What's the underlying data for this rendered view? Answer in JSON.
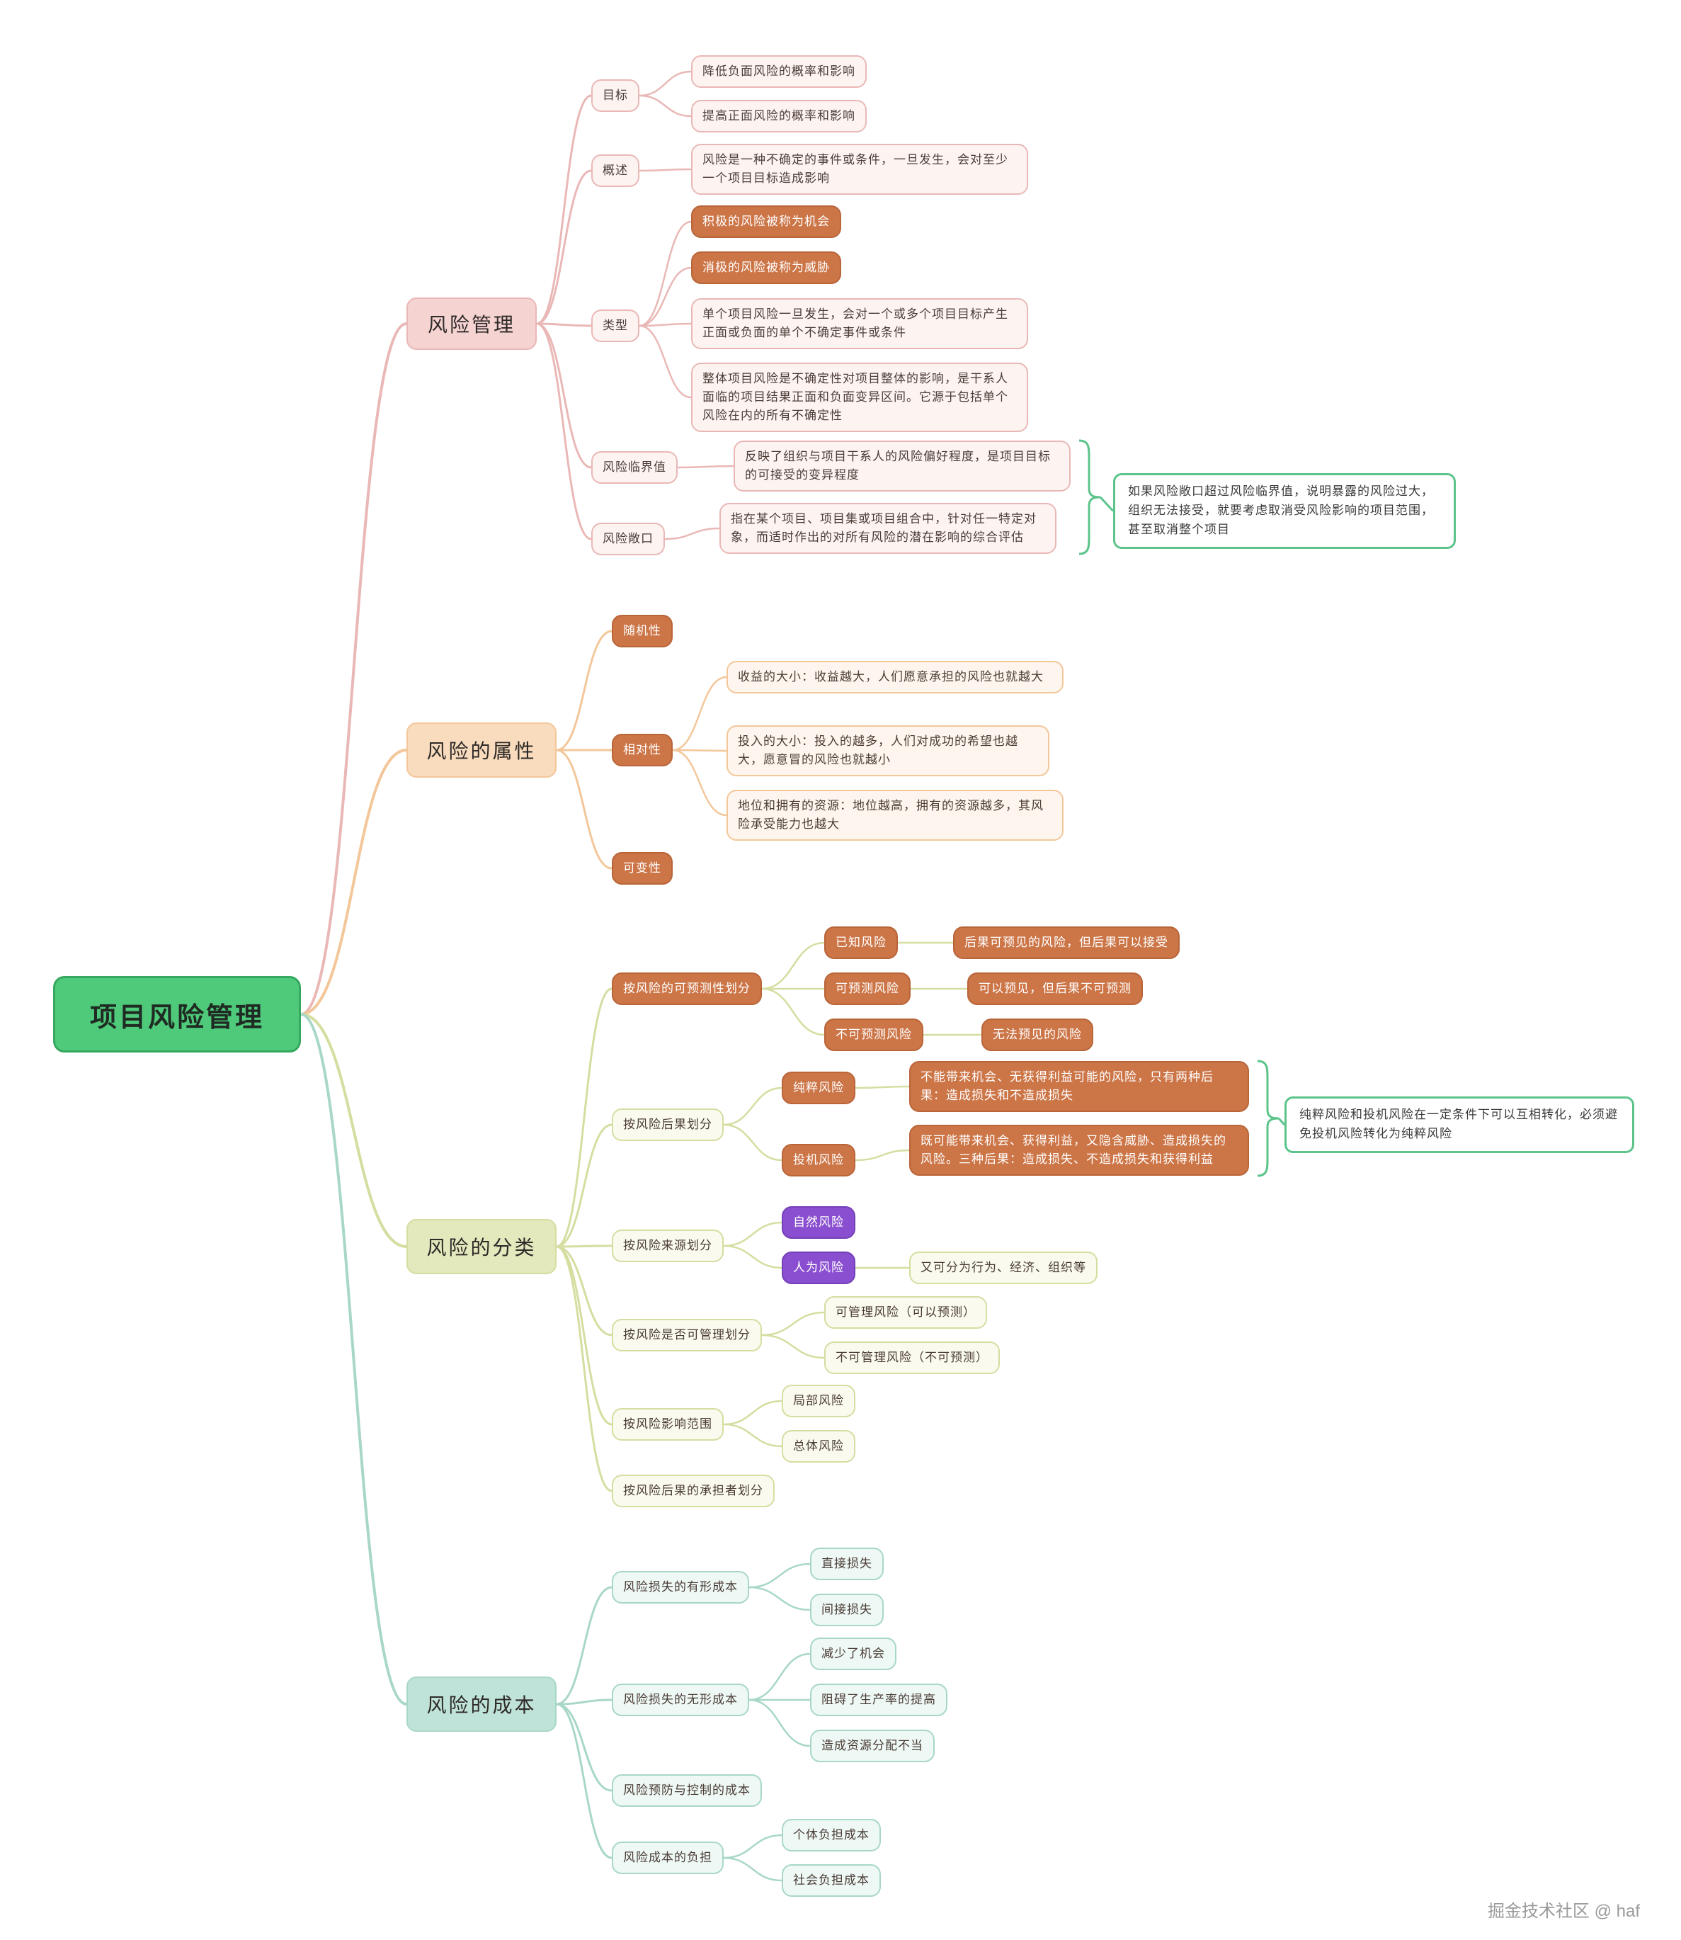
{
  "root": "项目风险管理",
  "colors": {
    "root": "#4fc97a",
    "b1": "#e9b8b6",
    "b1_fill": "#f5d3d1",
    "b2": "#f3c79a",
    "b2_fill": "#f9dcbd",
    "b3": "#d6dda0",
    "b3_fill": "#e4e8bd",
    "b4": "#a8d7c8",
    "b4_fill": "#bfe3d8",
    "orange": "#cc7547",
    "purple": "#8a4fd0",
    "note": "#5cc48a"
  },
  "branches": {
    "b1": {
      "label": "风险管理",
      "goal": {
        "label": "目标",
        "items": [
          "降低负面风险的概率和影响",
          "提高正面风险的概率和影响"
        ]
      },
      "overview": {
        "label": "概述",
        "text": "风险是一种不确定的事件或条件，一旦发生，会对至少一个项目目标造成影响"
      },
      "types": {
        "label": "类型",
        "items": [
          "积极的风险被称为机会",
          "消极的风险被称为威胁",
          "单个项目风险一旦发生，会对一个或多个项目目标产生正面或负面的单个不确定事件或条件",
          "整体项目风险是不确定性对项目整体的影响，是干系人面临的项目结果正面和负面变异区间。它源于包括单个风险在内的所有不确定性"
        ]
      },
      "threshold": {
        "label": "风险临界值",
        "text": "反映了组织与项目干系人的风险偏好程度，是项目目标的可接受的变异程度"
      },
      "exposure": {
        "label": "风险敞口",
        "text": "指在某个项目、项目集或项目组合中，针对任一特定对象，而适时作出的对所有风险的潜在影响的综合评估"
      },
      "note": "如果风险敞口超过风险临界值，说明暴露的风险过大， 组织无法接受，就要考虑取消受风险影响的项目范围，甚至取消整个项目"
    },
    "b2": {
      "label": "风险的属性",
      "randomness": "随机性",
      "relativity": {
        "label": "相对性",
        "items": [
          "收益的大小：收益越大，人们愿意承担的风险也就越大",
          "投入的大小：投入的越多，人们对成功的希望也越大，愿意冒的风险也就越小",
          "地位和拥有的资源：地位越高，拥有的资源越多，其风险承受能力也越大"
        ]
      },
      "variability": "可变性"
    },
    "b3": {
      "label": "风险的分类",
      "predict": {
        "label": "按风险的可预测性划分",
        "items": [
          {
            "label": "已知风险",
            "desc": "后果可预见的风险，但后果可以接受"
          },
          {
            "label": "可预测风险",
            "desc": "可以预见，但后果不可预测"
          },
          {
            "label": "不可预测风险",
            "desc": "无法预见的风险"
          }
        ]
      },
      "consequence": {
        "label": "按风险后果划分",
        "items": [
          {
            "label": "纯粹风险",
            "desc": "不能带来机会、无获得利益可能的风险，只有两种后果：造成损失和不造成损失"
          },
          {
            "label": "投机风险",
            "desc": "既可能带来机会、获得利益，又隐含威胁、造成损失的风险。三种后果：造成损失、不造成损失和获得利益"
          }
        ],
        "note": "纯粹风险和投机风险在一定条件下可以互相转化，必须避免投机风险转化为纯粹风险"
      },
      "source": {
        "label": "按风险来源划分",
        "items": [
          {
            "label": "自然风险"
          },
          {
            "label": "人为风险",
            "desc": "又可分为行为、经济、组织等"
          }
        ]
      },
      "manage": {
        "label": "按风险是否可管理划分",
        "items": [
          "可管理风险（可以预测）",
          "不可管理风险（不可预测）"
        ]
      },
      "scope": {
        "label": "按风险影响范围",
        "items": [
          "局部风险",
          "总体风险"
        ]
      },
      "bearer": {
        "label": "按风险后果的承担者划分"
      }
    },
    "b4": {
      "label": "风险的成本",
      "tangible": {
        "label": "风险损失的有形成本",
        "items": [
          "直接损失",
          "间接损失"
        ]
      },
      "intangible": {
        "label": "风险损失的无形成本",
        "items": [
          "减少了机会",
          "阻碍了生产率的提高",
          "造成资源分配不当"
        ]
      },
      "prevention": {
        "label": "风险预防与控制的成本"
      },
      "burden": {
        "label": "风险成本的负担",
        "items": [
          "个体负担成本",
          "社会负担成本"
        ]
      }
    }
  },
  "watermark": "掘金技术社区 @ haf"
}
